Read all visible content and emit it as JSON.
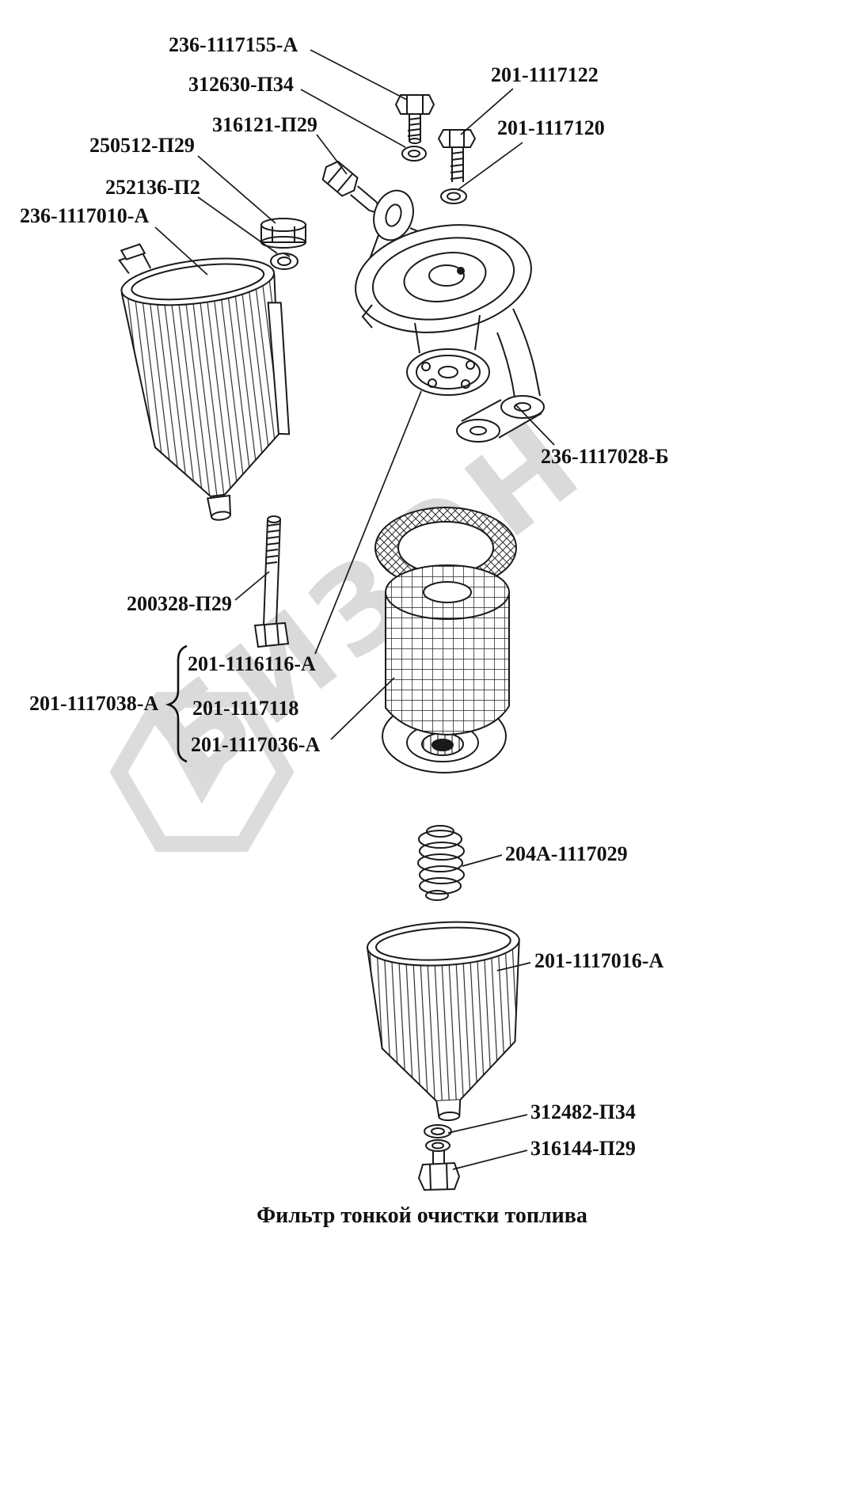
{
  "title": "Фильтр тонкой очистки топлива",
  "watermark": "БИЗОН",
  "labels": [
    {
      "part": "bolt",
      "text": "236-1117155-А"
    },
    {
      "part": "lock-washer",
      "text": "312630-П34"
    },
    {
      "part": "bolt",
      "text": "201-1117122"
    },
    {
      "part": "angled-bolt",
      "text": "316121-П29"
    },
    {
      "part": "washer",
      "text": "201-1117120"
    },
    {
      "part": "nut",
      "text": "250512-П29"
    },
    {
      "part": "lock-washer",
      "text": "252136-П2"
    },
    {
      "part": "filter-bowl",
      "text": "236-1117010-А"
    },
    {
      "part": "filter-head",
      "text": "236-1117028-Б"
    },
    {
      "part": "center-bolt",
      "text": "200328-П29"
    },
    {
      "part": "element-gasket",
      "text": "201-1116116-А"
    },
    {
      "part": "element-assembly",
      "text": "201-1117038-А"
    },
    {
      "part": "filter-element",
      "text": "201-1117118"
    },
    {
      "part": "element-bottom",
      "text": "201-1117036-А"
    },
    {
      "part": "spring",
      "text": "204А-1117029"
    },
    {
      "part": "filter-bowl-2",
      "text": "201-1117016-А"
    },
    {
      "part": "lock-washer",
      "text": "312482-П34"
    },
    {
      "part": "drain-bolt",
      "text": "316144-П29"
    }
  ]
}
